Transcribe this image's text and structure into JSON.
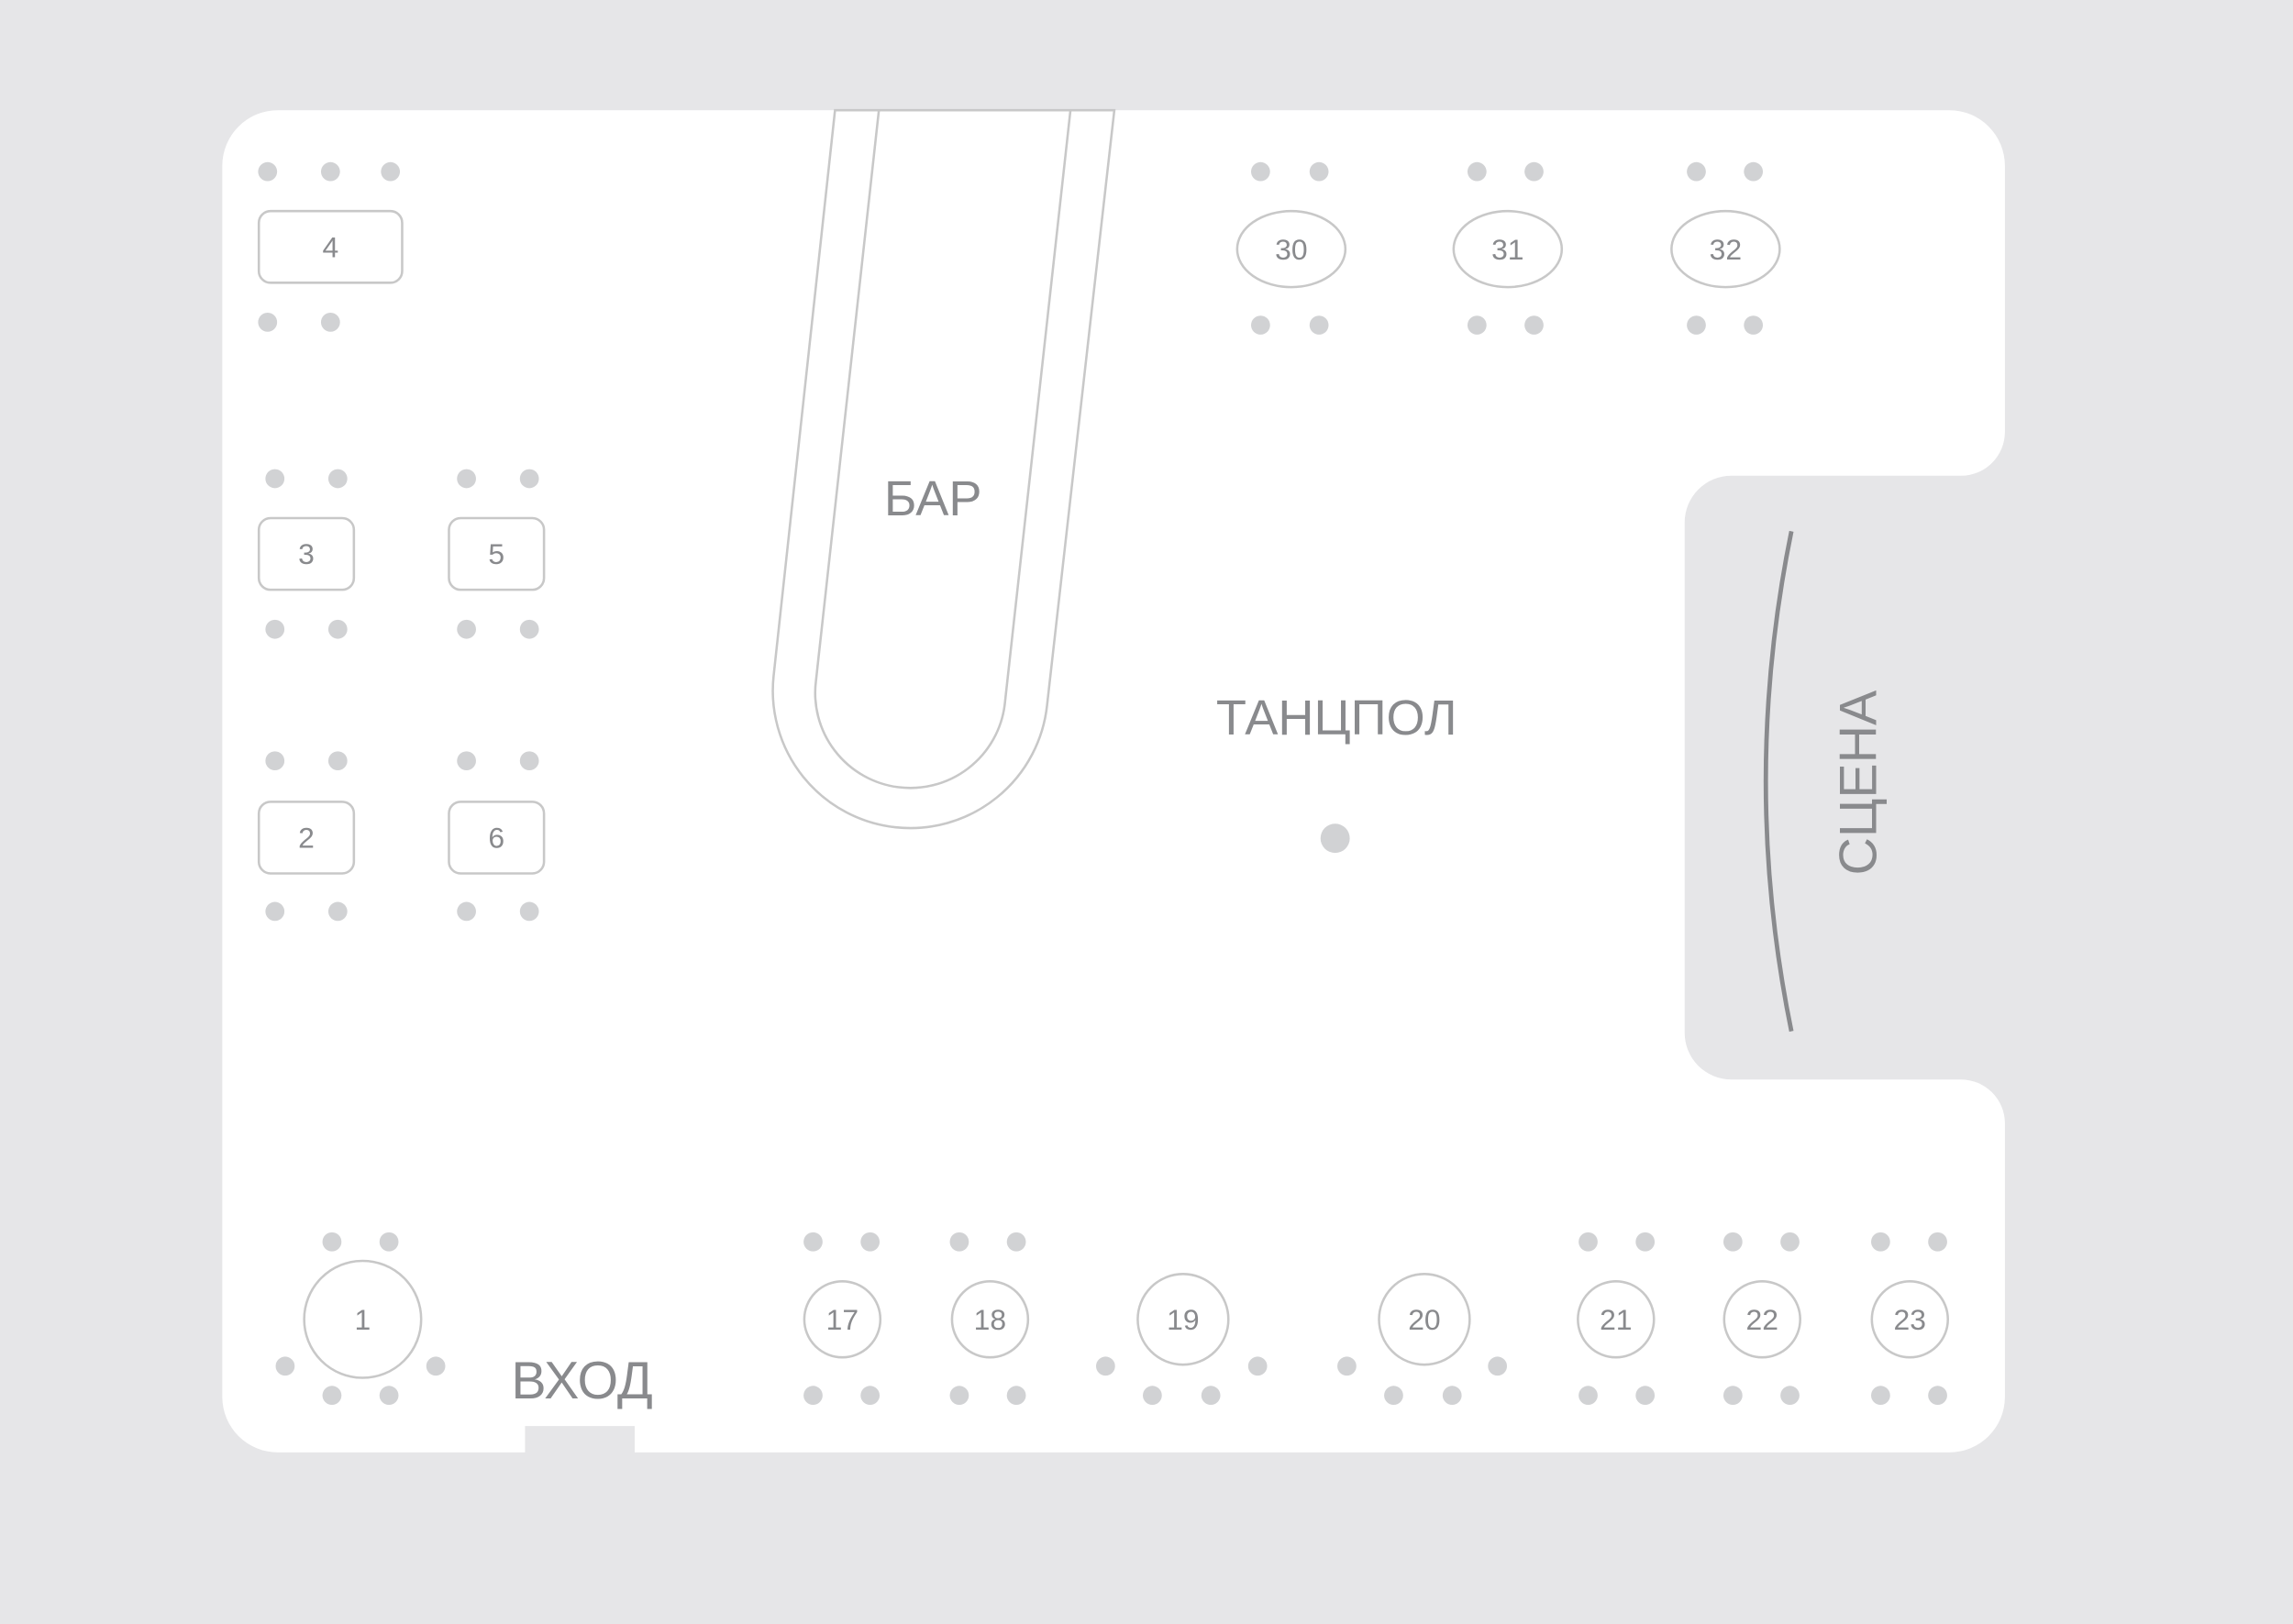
{
  "title": "Floor plan",
  "labels": {
    "bar": "БАР",
    "dance_floor": "ТАНЦПОЛ",
    "stage": "СЦЕНА",
    "entrance": "ВХОД"
  },
  "tables": [
    "4",
    "3",
    "5",
    "2",
    "6",
    "30",
    "31",
    "32",
    "1",
    "17",
    "18",
    "19",
    "20",
    "21",
    "22",
    "23"
  ],
  "colors": {
    "background": "#e6e6e8",
    "floor": "#ffffff",
    "chair": "#d1d2d4",
    "table_outline": "#c8c8c8",
    "text": "#898a8d",
    "stage_arc": "#898a8d"
  }
}
